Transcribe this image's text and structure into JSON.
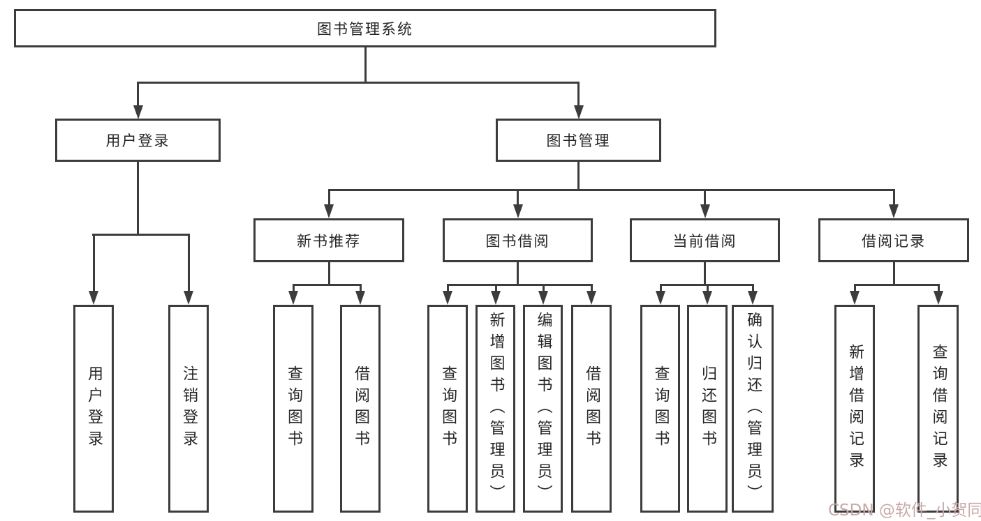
{
  "tree": {
    "root": "图书管理系统",
    "branches": [
      {
        "label": "用户登录",
        "children": [
          "用户登录",
          "注销登录"
        ]
      },
      {
        "label": "图书管理",
        "groups": [
          {
            "label": "新书推荐",
            "children": [
              "查询图书",
              "借阅图书"
            ]
          },
          {
            "label": "图书借阅",
            "children": [
              "查询图书",
              "新增图书（管理员）",
              "编辑图书（管理员）",
              "借阅图书"
            ]
          },
          {
            "label": "当前借阅",
            "children": [
              "查询图书",
              "归还图书",
              "确认归还（管理员）"
            ]
          },
          {
            "label": "借阅记录",
            "children": [
              "新增借阅记录",
              "查询借阅记录"
            ]
          }
        ]
      }
    ]
  },
  "watermark": "CSDN @软件_小贺同学",
  "colors": {
    "line": "#3c3c3c",
    "text": "#262626",
    "background": "#ffffff",
    "watermark": "#c9a9a9"
  }
}
